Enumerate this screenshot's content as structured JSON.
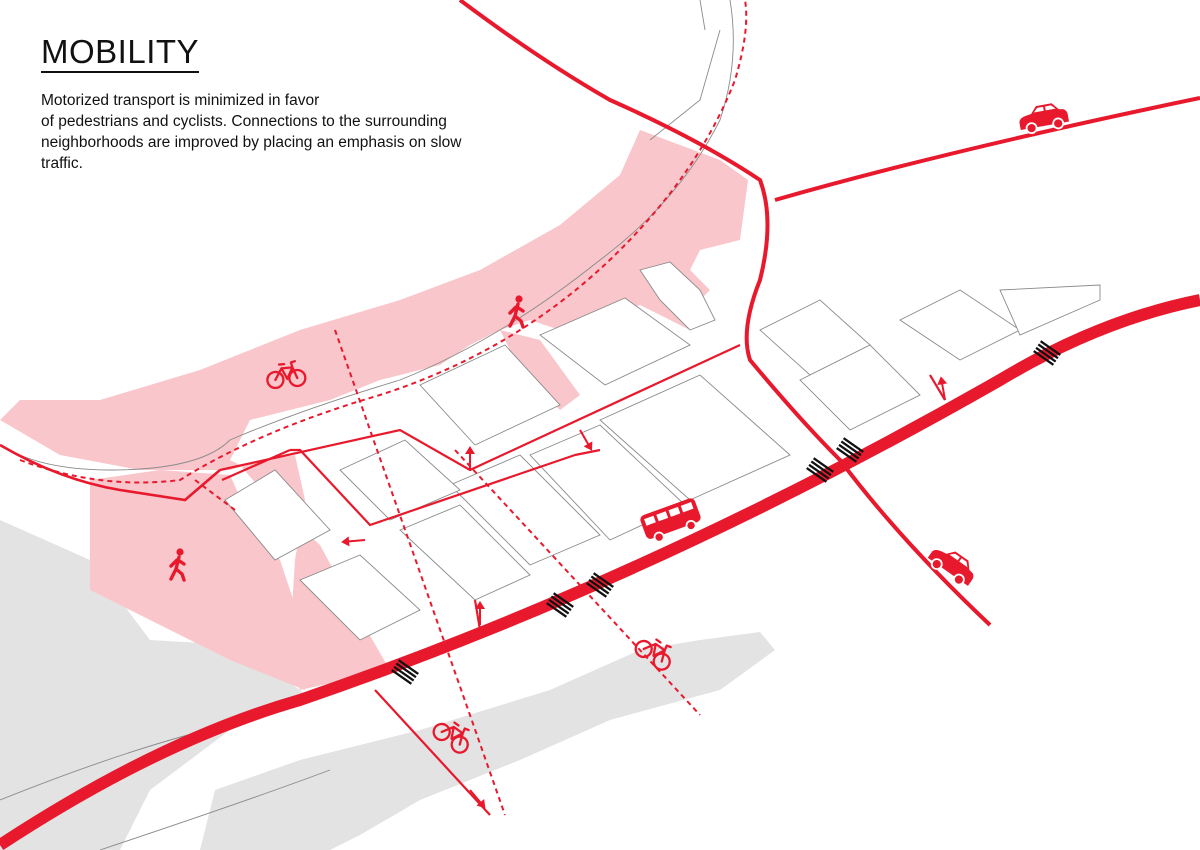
{
  "title": "MOBILITY",
  "description_lines": [
    "Motorized transport is minimized in favor",
    "of pedestrians and cyclists. Connections to the surrounding",
    "neighborhoods are improved by placing an emphasis on slow",
    "traffic."
  ],
  "colors": {
    "road": "#e8192c",
    "pedestrian_zone": "#f9c6cb",
    "context_ground": "#e3e3e3",
    "building_outline": "#8a8a8a",
    "crossing": "#111111"
  },
  "icons": [
    "car-icon",
    "bus-icon",
    "bicycle-icon",
    "pedestrian-icon",
    "arrow-icon",
    "zebra-crossing-icon"
  ]
}
